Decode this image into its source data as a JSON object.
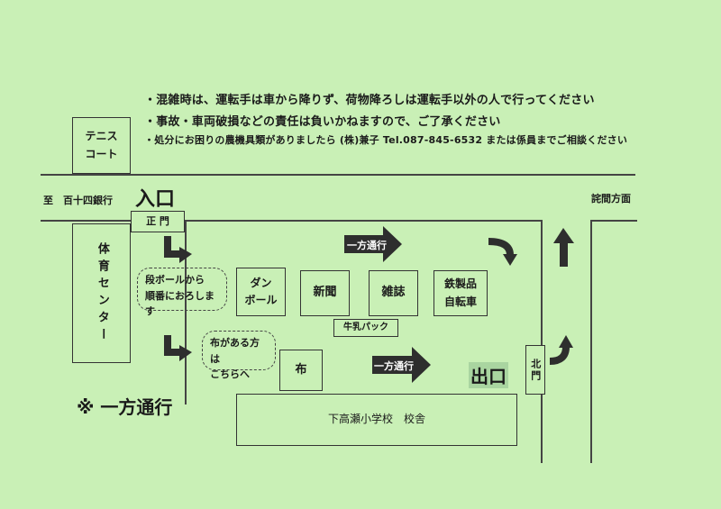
{
  "notices": [
    "・混雑時は、運転手は車から降りず、荷物降ろしは運転手以外の人で行ってください",
    "・事故・車両破損などの責任は負いかねますので、ご了承ください",
    "・処分にお困りの農機具類がありましたら (株)兼子 Tel.087-845-6532 または係員までご相談ください"
  ],
  "facilities": {
    "tennis_court": "テニス\nコート",
    "gym": "体育センター",
    "school": "下高瀬小学校　校舎"
  },
  "directions": {
    "hyakujushi": "至　百十四銀行",
    "takuma": "詫間方面"
  },
  "entrance": "入口",
  "exit": "出口",
  "main_gate": "正 門",
  "north_gate": "北門",
  "one_way_1": "一方通行",
  "one_way_2": "一方通行",
  "one_way_note": "※ 一方通行",
  "collection_points": {
    "cardboard": "ダン\nボール",
    "newspaper": "新聞",
    "magazine": "雑誌",
    "steel": "鉄製品\n自転車",
    "milk_carton": "牛乳パック",
    "cloth": "布"
  },
  "bubbles": {
    "cardboard_hint": "段ボールから\n順番におろします",
    "cloth_hint": "布がある方は\nこちらへ"
  },
  "colors": {
    "background": "#c9f0b6",
    "arrow": "#2e2e2e",
    "line": "#444444"
  }
}
